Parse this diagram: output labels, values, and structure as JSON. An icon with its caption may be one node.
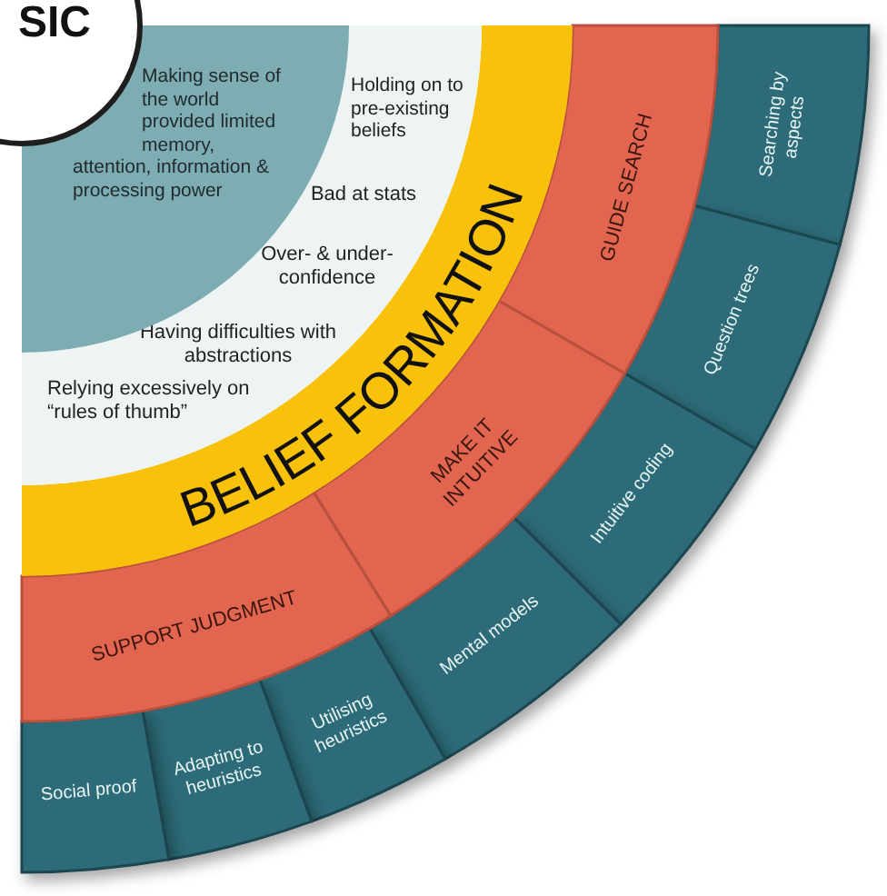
{
  "diagram": {
    "nodes": [
      {
        "text": [
          "SIC"
        ]
      },
      {
        "text": [
          "Making sense of the world provided limited memory, attention, information & processing power"
        ]
      },
      {
        "text": [
          "Holding on to pre-existing beliefs",
          "Bad at stats",
          "Over- & under-confidence",
          "Having difficulties with abstractions",
          "Relying excessively on “rules of thumb”"
        ]
      },
      {
        "text": [
          "BELIEF FORMATION"
        ]
      },
      {
        "text": [
          "GUIDE SEARCH"
        ]
      },
      {
        "text": [
          "MAKE IT INTUITIVE"
        ]
      },
      {
        "text": [
          "SUPPORT JUDGMENT"
        ]
      },
      {
        "text": [
          "Searching by aspects"
        ]
      },
      {
        "text": [
          "Question trees"
        ]
      },
      {
        "text": [
          "Intuitive coding"
        ]
      },
      {
        "text": [
          "Mental models"
        ]
      },
      {
        "text": [
          "Utilising heuristics"
        ]
      },
      {
        "text": [
          "Adapting to heuristics"
        ]
      },
      {
        "text": [
          "Social proof"
        ]
      }
    ]
  }
}
